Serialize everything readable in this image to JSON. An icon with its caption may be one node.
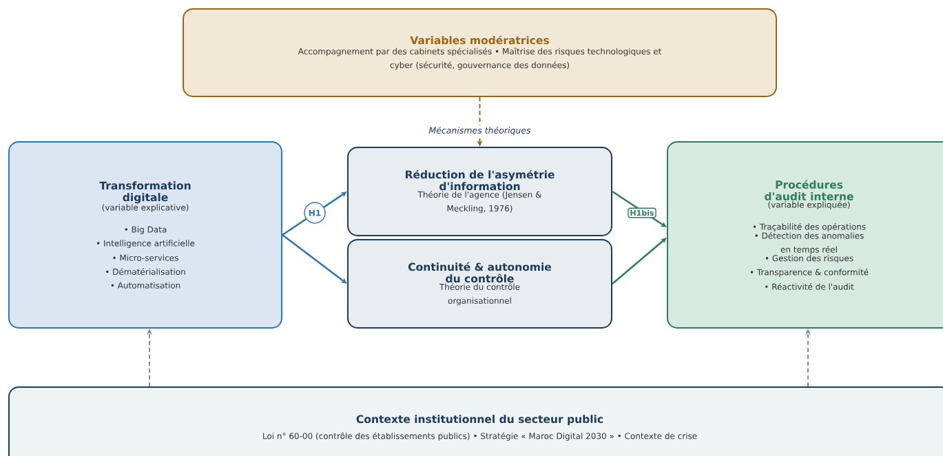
{
  "diagram": {
    "nodes": [
      {
        "text": [
          "Variables modératrices",
          "Accompagnement par des cabinets spécialisés • Maîtrise des risques technologiques et cyber (sécurité, gouvernance des données)"
        ]
      },
      {
        "text": [
          "Transformation digitale",
          "(variable explicative)",
          "• Big Data",
          "• Intelligence artificielle",
          "• Micro-services",
          "• Dématérialisation",
          "• Automatisation"
        ]
      },
      {
        "text": [
          "Réduction de l'asymétrie d'information",
          "Théorie de l'agence (Jensen & Meckling, 1976)"
        ]
      },
      {
        "text": [
          "Continuité & autonomie du contrôle",
          "Théorie du contrôle organisationnel"
        ]
      },
      {
        "text": [
          "Procédures d'audit interne",
          "(variable expliquée)",
          "• Traçabilité des opérations",
          "• Détection des anomalies en temps réel",
          "• Gestion des risques",
          "• Transparence & conformité",
          "• Réactivité de l'audit"
        ]
      },
      {
        "text": [
          "Contexte institutionnel du secteur public",
          "Loi n° 60-00 (contrôle des établissements publics) • Stratégie « Maroc Digital 2030 » • Contexte de crise"
        ]
      }
    ],
    "edges": [
      {
        "from": 0,
        "to": 2,
        "arrow": "to",
        "label": "Mécanismes théoriques",
        "style": "dashed",
        "color": "#9c6512"
      },
      {
        "from": 1,
        "to": 2,
        "arrow": "to",
        "label": "H1",
        "color": "#2e75b6"
      },
      {
        "from": 1,
        "to": 3,
        "arrow": "to",
        "color": "#2e75b6"
      },
      {
        "from": 2,
        "to": 4,
        "arrow": "to",
        "label": "H1bis",
        "color": "#2e7d5b"
      },
      {
        "from": 3,
        "to": 4,
        "arrow": "to",
        "color": "#2e7d5b"
      },
      {
        "from": 5,
        "to": 1,
        "arrow": "to",
        "style": "dashed",
        "color": "#7f8c9a"
      },
      {
        "from": 5,
        "to": 4,
        "arrow": "to",
        "style": "dashed",
        "color": "#7f8c9a"
      }
    ]
  }
}
